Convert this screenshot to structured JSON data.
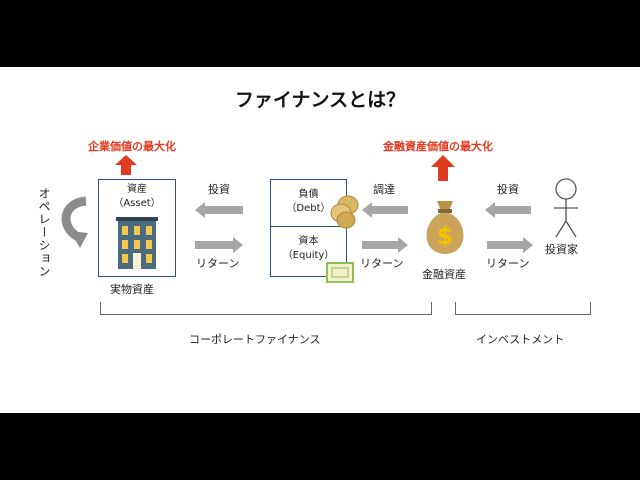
{
  "title": "ファイナンスとは？",
  "heading_left": "企業価値の最大化",
  "heading_right": "金融資産価値の最大化",
  "operation_label": "オペレーション",
  "asset_box": {
    "line1": "資産",
    "line2": "（Asset）",
    "caption": "実物資産"
  },
  "debt_cell": {
    "line1": "負債",
    "line2": "（Debt）"
  },
  "equity_cell": {
    "line1": "資本",
    "line2": "（Equity）"
  },
  "arrow_labels": {
    "invest_left": "投資",
    "return_left": "リターン",
    "raise": "調達",
    "return_mid": "リターン",
    "invest_right": "投資",
    "return_right": "リターン"
  },
  "financial_assets_label": "金融資産",
  "investor_label": "投資家",
  "bracket_left_label": "コーポレートファイナンス",
  "bracket_right_label": "インベストメント",
  "colors": {
    "accent_red": "#e03a20",
    "arrow_gray": "#a6a6a6",
    "frame_blue": "#2e4f7f",
    "bag_gold": "#c9a45a"
  }
}
